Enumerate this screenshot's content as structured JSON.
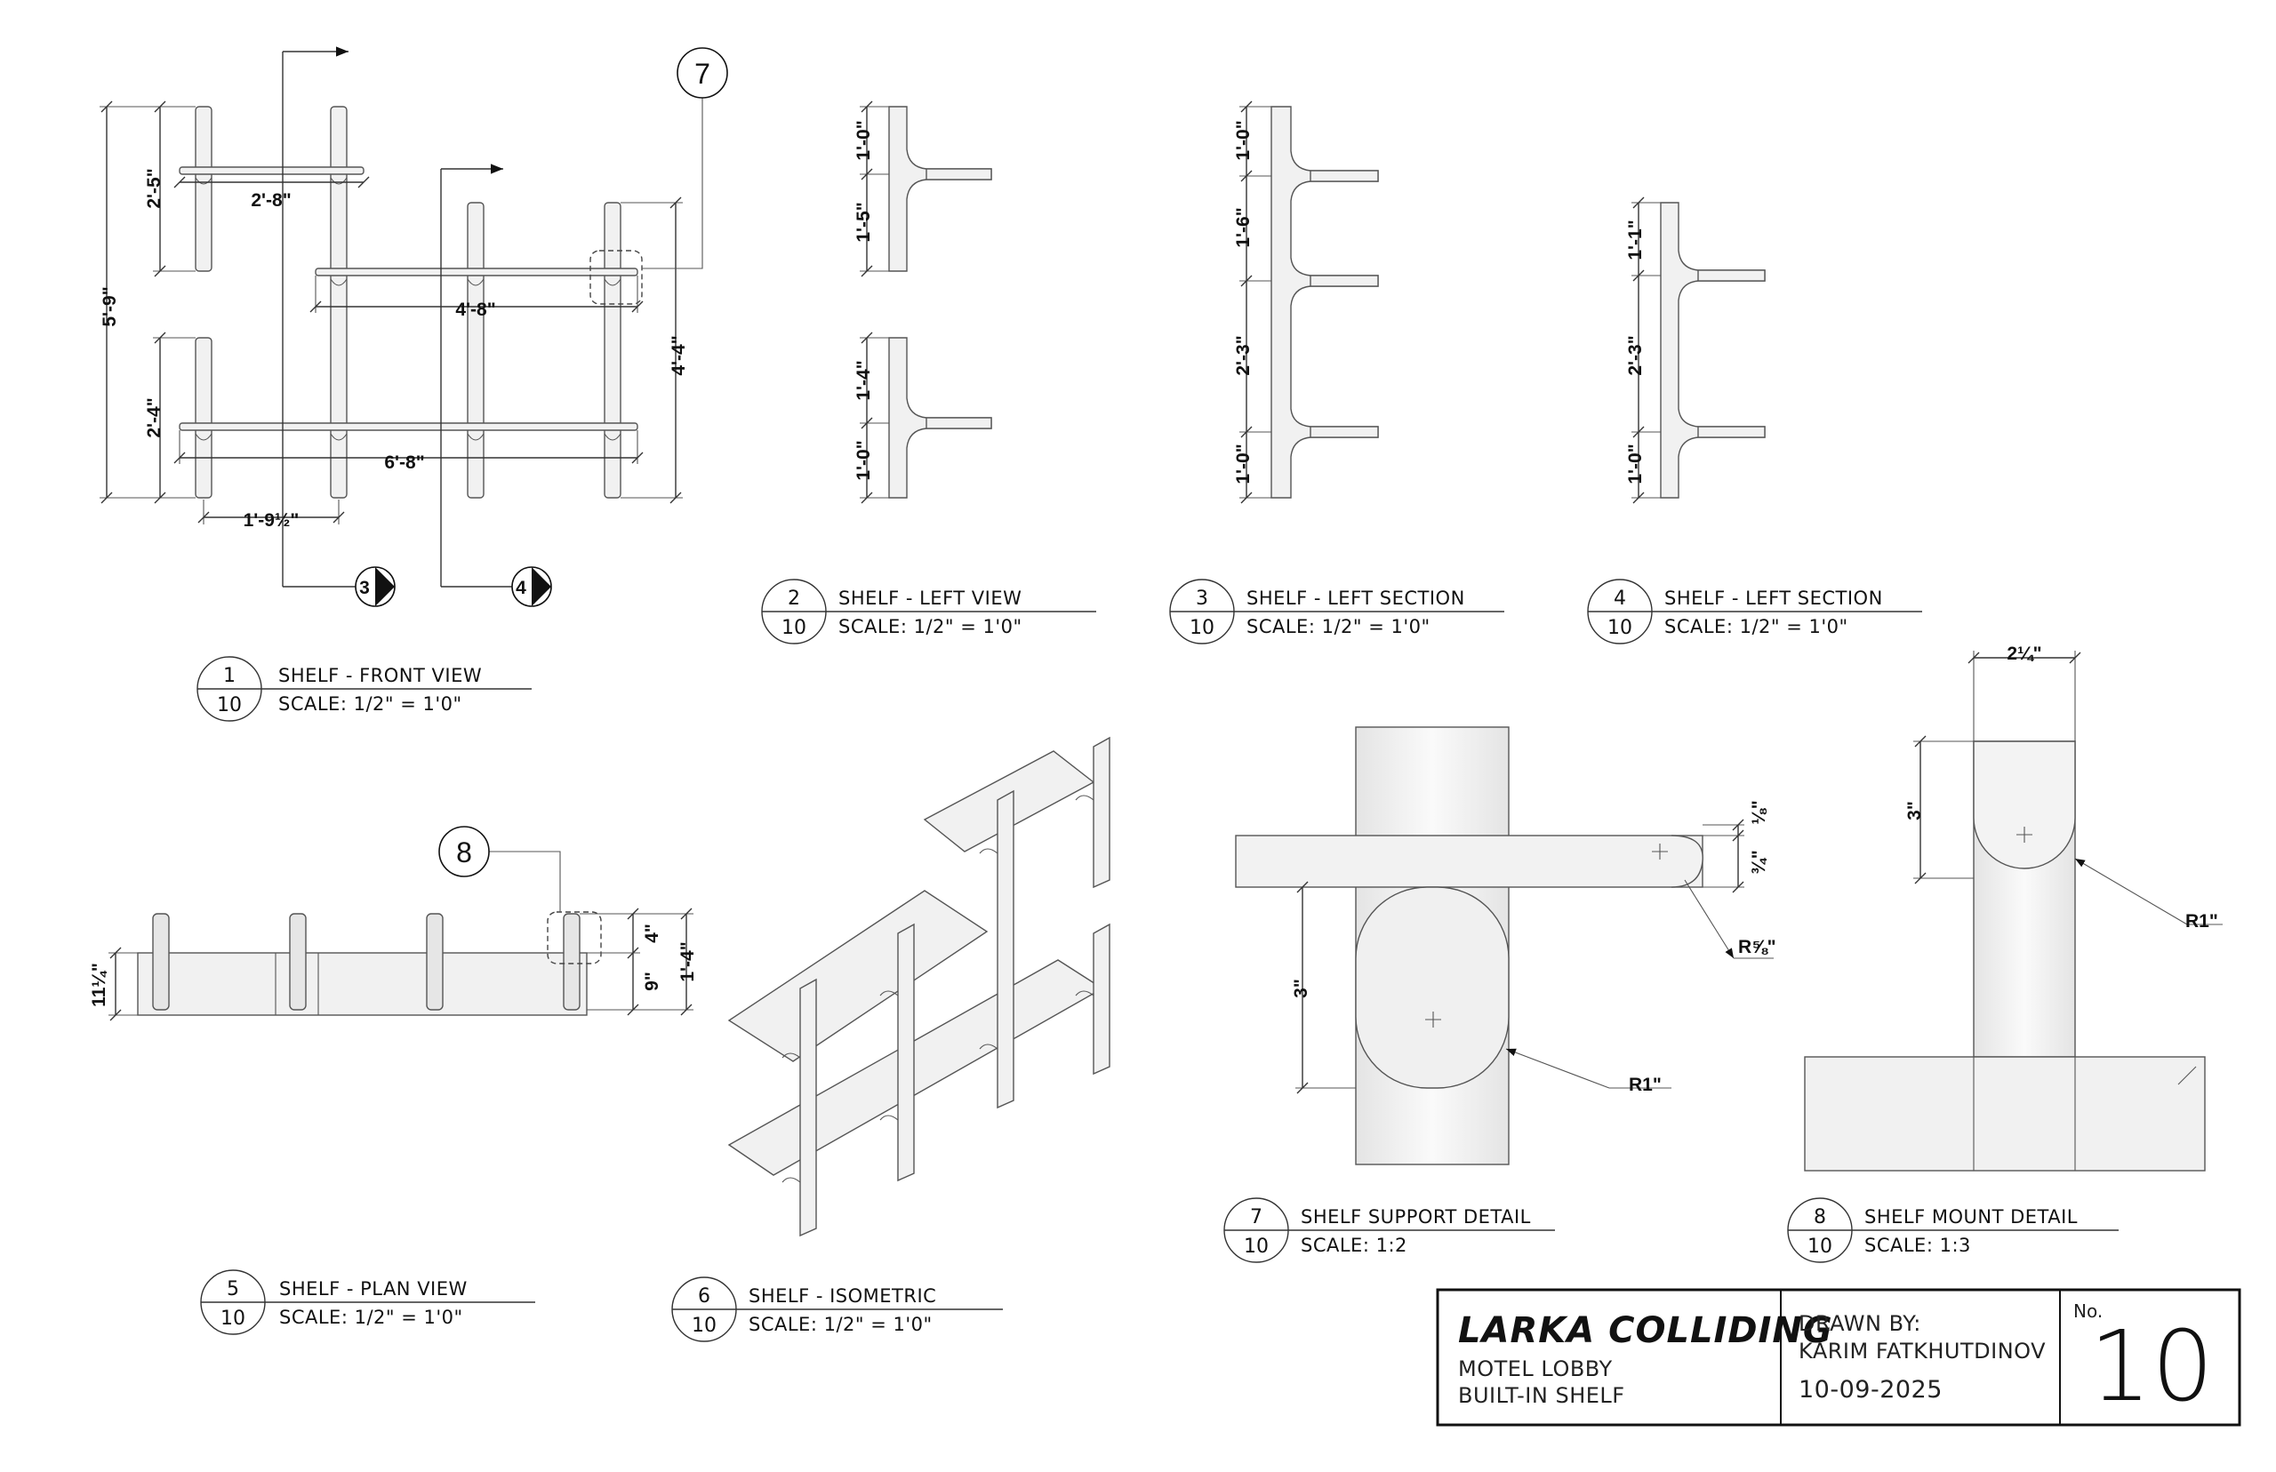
{
  "front_view": {
    "dims": {
      "overall_height": "5'-9\"",
      "top_span": "2'-5\"",
      "top_shelf_width": "2'-8\"",
      "middle_shelf_width": "4'-8\"",
      "right_height": "4'-4\"",
      "bottom_span": "2'-4\"",
      "bottom_shelf_width": "6'-8\"",
      "post_spacing": "1'-9½\""
    },
    "callout_detail": "7",
    "section_markers": [
      "3",
      "4"
    ]
  },
  "left_view": {
    "dims": [
      "1'-0\"",
      "1'-5\"",
      "1'-4\"",
      "1'-0\""
    ]
  },
  "section_3": {
    "dims": [
      "1'-0\"",
      "1'-6\"",
      "2'-3\"",
      "1'-0\""
    ]
  },
  "section_4": {
    "dims": [
      "1'-1\"",
      "2'-3\"",
      "1'-0\""
    ]
  },
  "plan_view": {
    "dims": {
      "depth": "11¼\"",
      "depth_small": "4\"",
      "depth_mid": "9\"",
      "depth_total": "1'-4\""
    },
    "callout_detail": "8"
  },
  "detail_7": {
    "dims": {
      "top_thk": "⅛\"",
      "shelf_thk": "¾\"",
      "radius_small": "R⅝\"",
      "height": "3\"",
      "radius": "R1\""
    }
  },
  "detail_8": {
    "dims": {
      "width": "2¼\"",
      "height": "3\"",
      "radius": "R1\""
    }
  },
  "labels": [
    {
      "num": "1",
      "sheet": "10",
      "title": "SHELF - FRONT VIEW",
      "scale": "SCALE: 1/2\" = 1'0\""
    },
    {
      "num": "2",
      "sheet": "10",
      "title": "SHELF - LEFT VIEW",
      "scale": "SCALE: 1/2\" = 1'0\""
    },
    {
      "num": "3",
      "sheet": "10",
      "title": "SHELF - LEFT SECTION",
      "scale": "SCALE: 1/2\" = 1'0\""
    },
    {
      "num": "4",
      "sheet": "10",
      "title": "SHELF - LEFT SECTION",
      "scale": "SCALE: 1/2\" = 1'0\""
    },
    {
      "num": "5",
      "sheet": "10",
      "title": "SHELF - PLAN VIEW",
      "scale": "SCALE: 1/2\" = 1'0\""
    },
    {
      "num": "6",
      "sheet": "10",
      "title": "SHELF - ISOMETRIC",
      "scale": "SCALE: 1/2\" = 1'0\""
    },
    {
      "num": "7",
      "sheet": "10",
      "title": "SHELF SUPPORT DETAIL",
      "scale": "SCALE: 1:2"
    },
    {
      "num": "8",
      "sheet": "10",
      "title": "SHELF MOUNT DETAIL",
      "scale": "SCALE: 1:3"
    }
  ],
  "title_block": {
    "company": "LARKA COLLIDING",
    "project_line1": "MOTEL LOBBY",
    "project_line2": "BUILT-IN SHELF",
    "drawn_by_label": "DRAWN BY:",
    "drawn_by": "KARIM FATKHUTDINOV",
    "date": "10-09-2025",
    "no_label": "No.",
    "sheet_no": "10"
  }
}
